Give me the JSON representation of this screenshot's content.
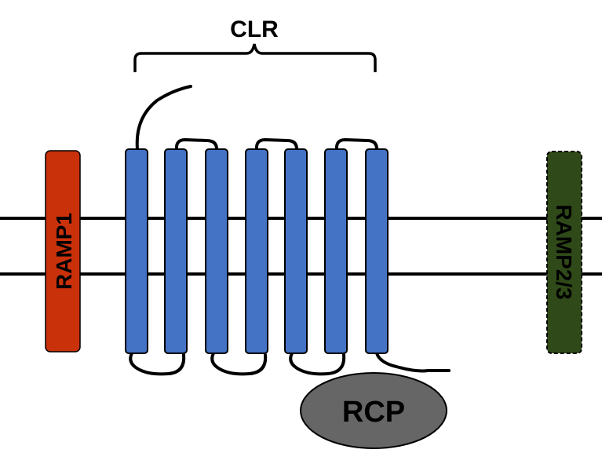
{
  "labels": {
    "receptor": "CLR",
    "ramp_left": "RAMP1",
    "ramp_right": "RAMP2/3",
    "rcp": "RCP"
  },
  "colors": {
    "helix": "#4472C4",
    "ramp1": "#C9310B",
    "ramp23": "#2F4A18",
    "rcp": "#666666",
    "line": "#000000"
  },
  "helix_count": 7
}
